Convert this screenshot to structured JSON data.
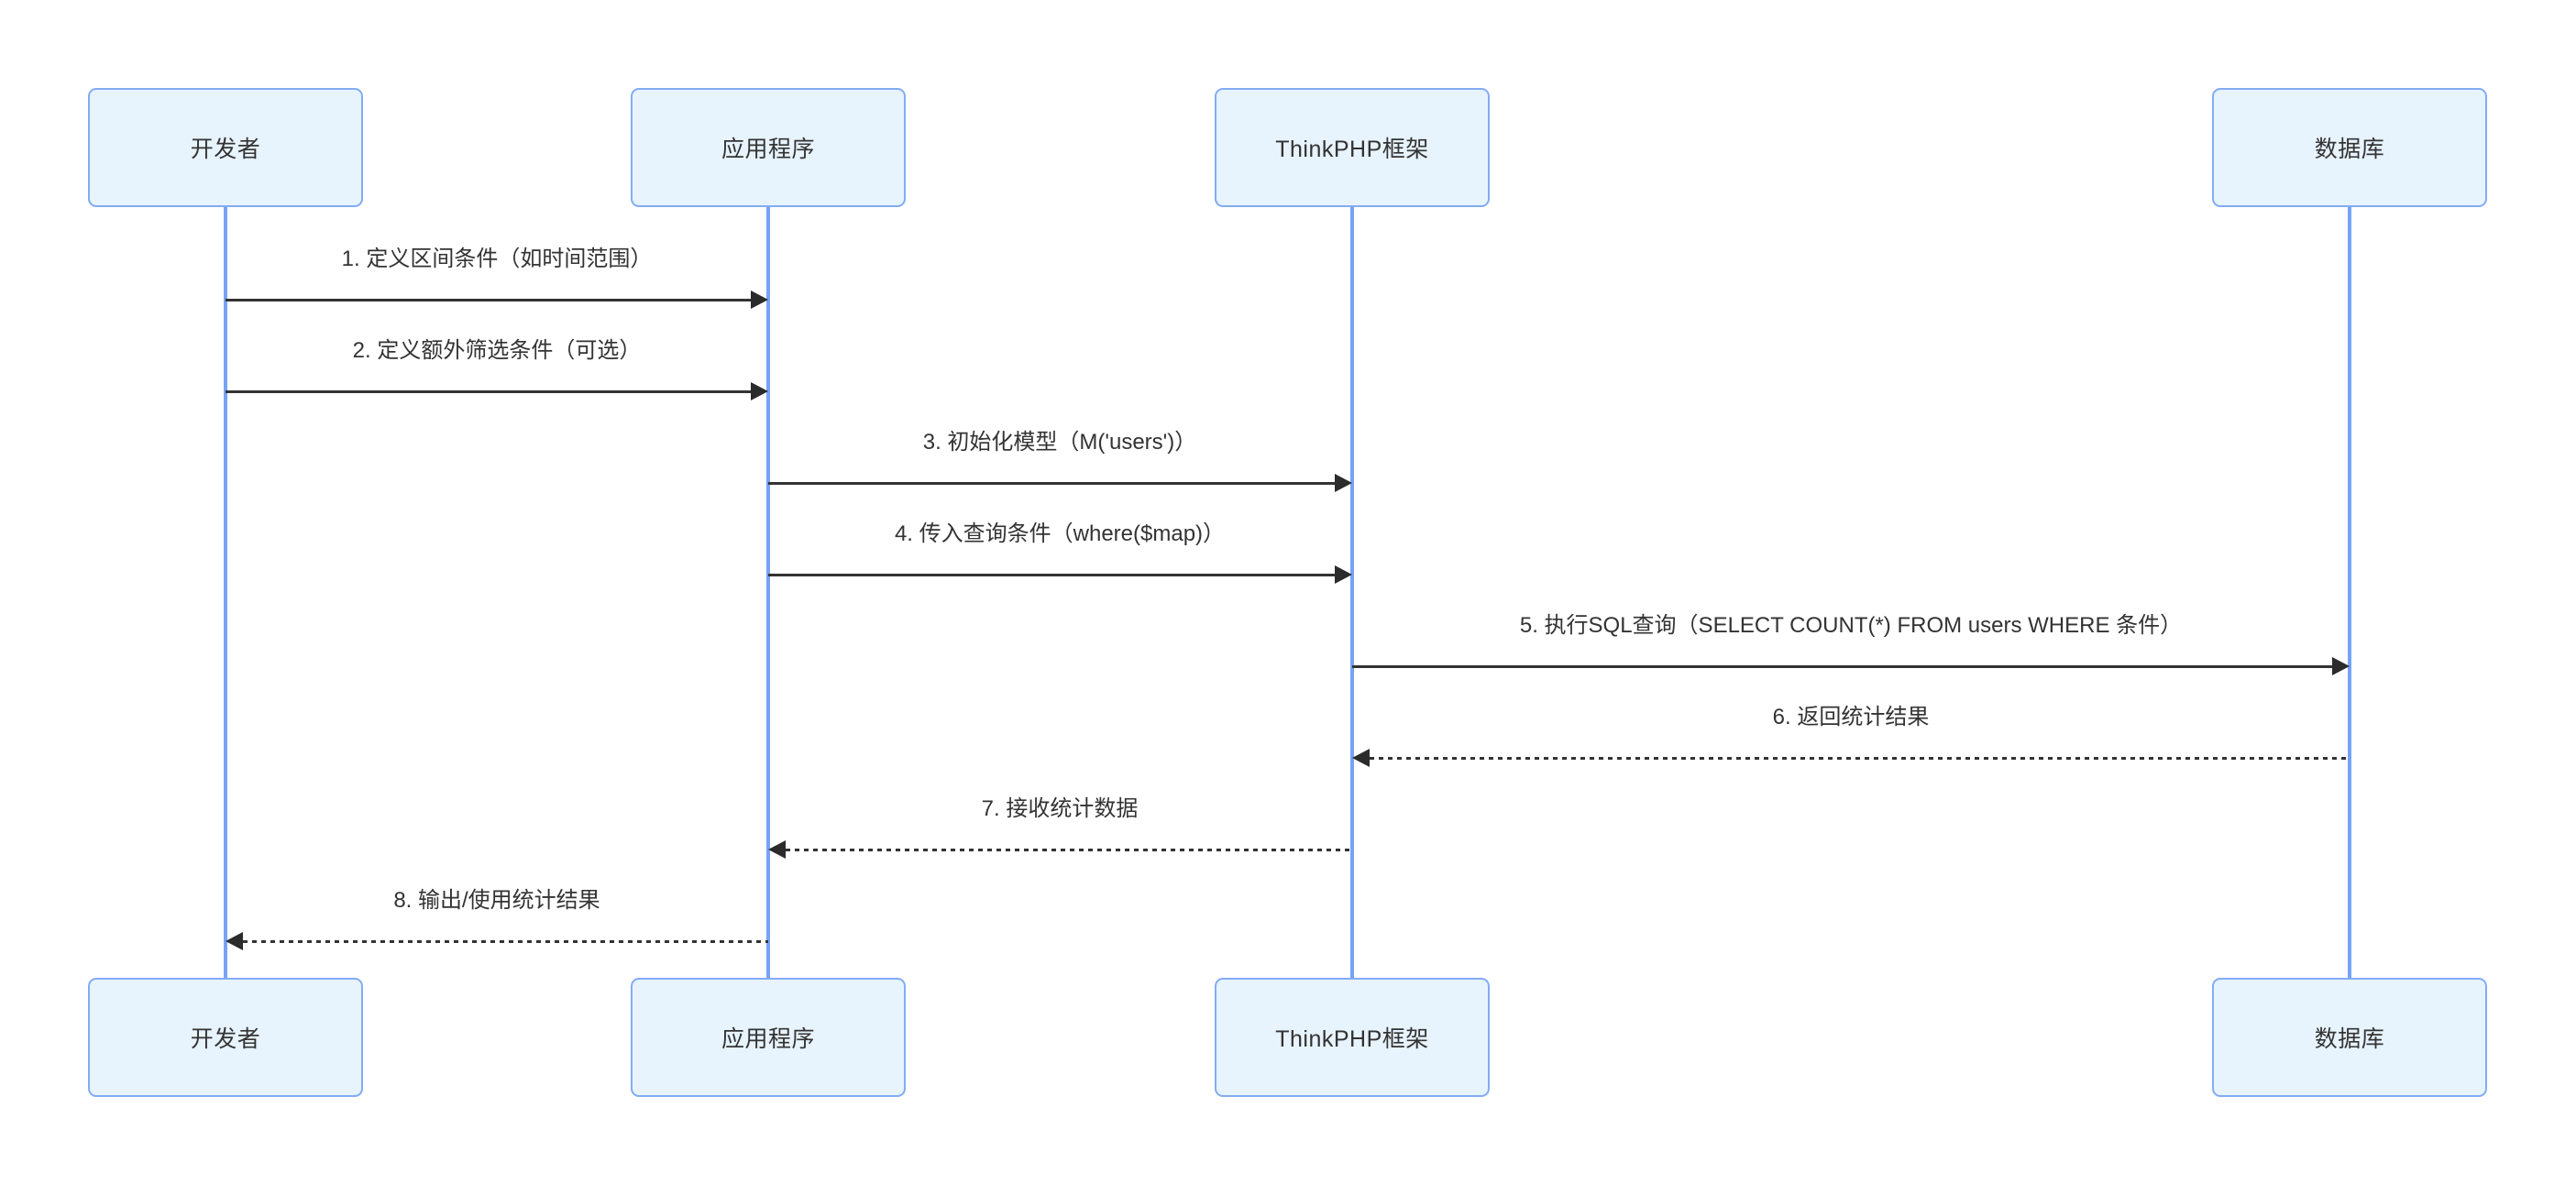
{
  "diagram": {
    "kind": "sequence-diagram",
    "participants": [
      {
        "id": "developer",
        "label": "开发者"
      },
      {
        "id": "application",
        "label": "应用程序"
      },
      {
        "id": "thinkphp",
        "label": "ThinkPHP框架"
      },
      {
        "id": "database",
        "label": "数据库"
      }
    ],
    "messages": [
      {
        "seq": 1,
        "label": "1. 定义区间条件（如时间范围）",
        "from": "开发者",
        "to": "应用程序",
        "line": "solid"
      },
      {
        "seq": 2,
        "label": "2. 定义额外筛选条件（可选）",
        "from": "开发者",
        "to": "应用程序",
        "line": "solid"
      },
      {
        "seq": 3,
        "label": "3. 初始化模型（M('users')）",
        "from": "应用程序",
        "to": "ThinkPHP框架",
        "line": "solid"
      },
      {
        "seq": 4,
        "label": "4. 传入查询条件（where($map)）",
        "from": "应用程序",
        "to": "ThinkPHP框架",
        "line": "solid"
      },
      {
        "seq": 5,
        "label": "5. 执行SQL查询（SELECT COUNT(*) FROM users WHERE 条件）",
        "from": "ThinkPHP框架",
        "to": "数据库",
        "line": "solid"
      },
      {
        "seq": 6,
        "label": "6. 返回统计结果",
        "from": "数据库",
        "to": "ThinkPHP框架",
        "line": "dashed"
      },
      {
        "seq": 7,
        "label": "7. 接收统计数据",
        "from": "ThinkPHP框架",
        "to": "应用程序",
        "line": "dashed"
      },
      {
        "seq": 8,
        "label": "8. 输出/使用统计结果",
        "from": "应用程序",
        "to": "开发者",
        "line": "dashed"
      }
    ],
    "colors": {
      "actor_fill": "#e7f3fd",
      "actor_border": "#82acf4",
      "lifeline": "#76a3f7",
      "message_line": "#333333",
      "text": "#333333",
      "background": "#ffffff"
    }
  }
}
